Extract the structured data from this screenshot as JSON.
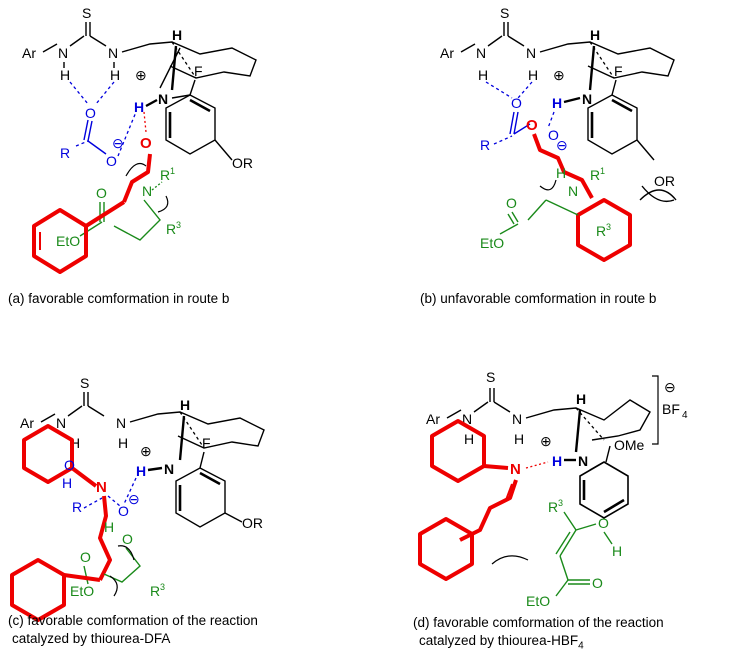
{
  "panels": [
    {
      "id": "a",
      "caption": "(a) favorable comformation in route b"
    },
    {
      "id": "b",
      "caption": "(b) unfavorable comformation in route b"
    },
    {
      "id": "c",
      "caption_line1": "(c) favorable comformation of the reaction",
      "caption_line2": "catalyzed by thiourea-DFA"
    },
    {
      "id": "d",
      "caption_line1": "(d) favorable comformation of the reaction",
      "caption_line2_prefix": "catalyzed by thiourea-HBF",
      "caption_line2_sub": "4"
    }
  ],
  "atoms": {
    "ar": "Ar",
    "s": "S",
    "n": "N",
    "h": "H",
    "o": "O",
    "f": "F",
    "or": "OR",
    "r": "R",
    "r1": "R",
    "sup1": "1",
    "r3": "R",
    "sup3": "3",
    "eto": "EtO",
    "plus": "⊕",
    "minus": "⊖",
    "ome": "OMe",
    "bf": "BF",
    "sub4": "4"
  },
  "colors": {
    "product_red": "#ee0000",
    "enol_green": "#1a8a1a",
    "acid_blue": "#0000dd"
  }
}
